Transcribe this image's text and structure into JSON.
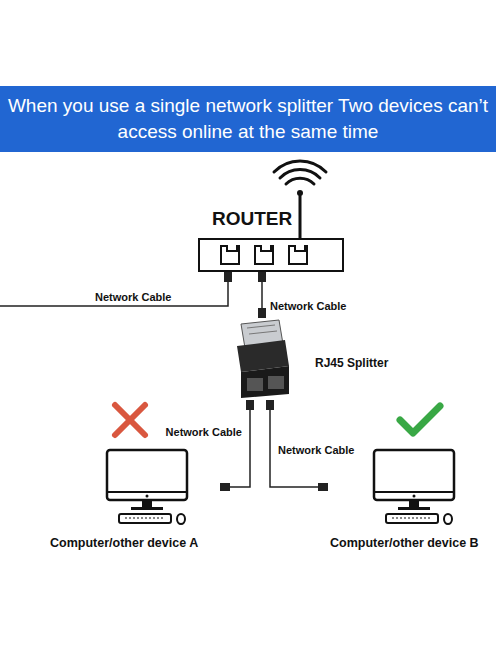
{
  "diagram": {
    "title": "When you use a single network splitter Two devices can’t access online at the same time",
    "nodes": [
      {
        "text": [
          "ROUTER"
        ]
      },
      {
        "text": [
          "RJ45 Splitter"
        ]
      },
      {
        "text": [
          "Computer/other device A"
        ]
      },
      {
        "text": [
          "Computer/other device B"
        ]
      }
    ],
    "edges": [
      {
        "from": 0,
        "to": 1,
        "label": "Network Cable",
        "arrow": "none"
      },
      {
        "from": 1,
        "to": 2,
        "label": "Network Cable",
        "arrow": "none"
      },
      {
        "from": 1,
        "to": 3,
        "label": "Network Cable",
        "arrow": "none"
      }
    ],
    "labels": [
      "Network Cable"
    ]
  }
}
